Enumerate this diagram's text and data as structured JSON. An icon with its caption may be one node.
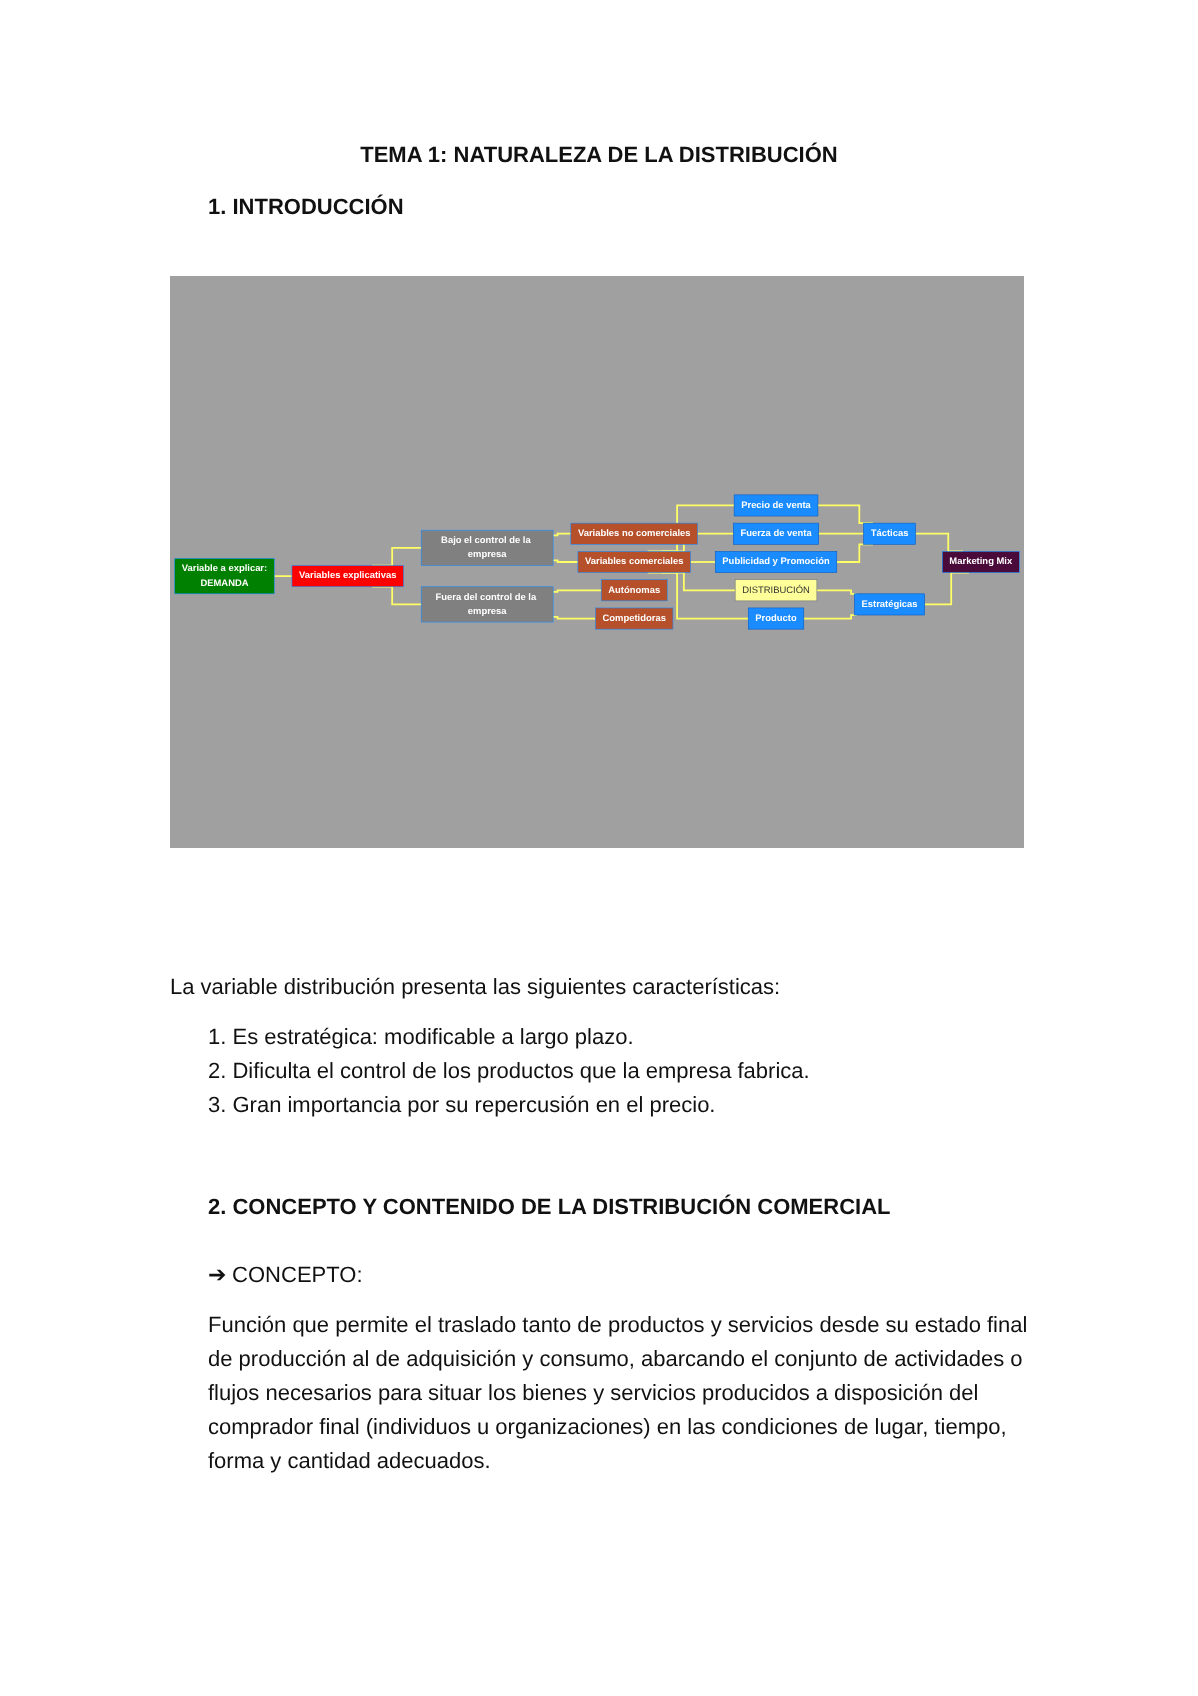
{
  "diagram": {
    "title": "TEMA 1: NATURALEZA DE LA DISTRIBUCIÓN",
    "nodes": [
      {
        "text": [
          "Variable a explicar:",
          "DEMANDA"
        ]
      },
      {
        "text": [
          "Variables explicativas"
        ]
      },
      {
        "text": [
          "Bajo el control de la empresa"
        ]
      },
      {
        "text": [
          "Fuera del control de la empresa"
        ]
      },
      {
        "text": [
          "Variables no comerciales"
        ]
      },
      {
        "text": [
          "Variables comerciales"
        ]
      },
      {
        "text": [
          "Autónomas"
        ]
      },
      {
        "text": [
          "Competidoras"
        ]
      },
      {
        "text": [
          "Precio de venta"
        ]
      },
      {
        "text": [
          "Fuerza de venta"
        ]
      },
      {
        "text": [
          "Publicidad y Promoción"
        ]
      },
      {
        "text": [
          "DISTRIBUCIÓN"
        ]
      },
      {
        "text": [
          "Producto"
        ]
      },
      {
        "text": [
          "Tácticas"
        ]
      },
      {
        "text": [
          "Estratégicas"
        ]
      },
      {
        "text": [
          "Marketing Mix"
        ]
      }
    ],
    "edges": [
      {
        "from": 0,
        "to": 1,
        "arrow": "none"
      },
      {
        "from": 1,
        "to": 2,
        "arrow": "none"
      },
      {
        "from": 1,
        "to": 3,
        "arrow": "none"
      },
      {
        "from": 2,
        "to": 4,
        "arrow": "none"
      },
      {
        "from": 2,
        "to": 5,
        "arrow": "none"
      },
      {
        "from": 3,
        "to": 6,
        "arrow": "none"
      },
      {
        "from": 3,
        "to": 7,
        "arrow": "none"
      },
      {
        "from": 5,
        "to": 8,
        "arrow": "none"
      },
      {
        "from": 5,
        "to": 9,
        "arrow": "none"
      },
      {
        "from": 5,
        "to": 10,
        "arrow": "none"
      },
      {
        "from": 5,
        "to": 11,
        "arrow": "none"
      },
      {
        "from": 5,
        "to": 12,
        "arrow": "none"
      },
      {
        "from": 8,
        "to": 13,
        "arrow": "none"
      },
      {
        "from": 9,
        "to": 13,
        "arrow": "none"
      },
      {
        "from": 10,
        "to": 13,
        "arrow": "none"
      },
      {
        "from": 11,
        "to": 14,
        "arrow": "none"
      },
      {
        "from": 12,
        "to": 14,
        "arrow": "none"
      },
      {
        "from": 13,
        "to": 15,
        "arrow": "none"
      },
      {
        "from": 14,
        "to": 15,
        "arrow": "none"
      }
    ],
    "labels": [
      "1. INTRODUCCIÓN",
      "La variable distribución presenta las siguientes características:",
      "1. Es estratégica: modificable a largo plazo.",
      "2. Dificulta el control de los productos que la empresa fabrica.",
      "3. Gran importancia por su repercusión en el precio.",
      "2. CONCEPTO Y CONTENIDO DE LA DISTRIBUCIÓN COMERCIAL",
      "➔ CONCEPTO:",
      "Función que permite el traslado tanto de productos y servicios desde su estado final de producción al de adquisición y consumo, abarcando el conjunto de actividades o flujos necesarios para situar los bienes y servicios producidos a disposición del comprador final (individuos u organizaciones) en las condiciones de lugar, tiempo, forma y cantidad adecuados."
    ]
  }
}
